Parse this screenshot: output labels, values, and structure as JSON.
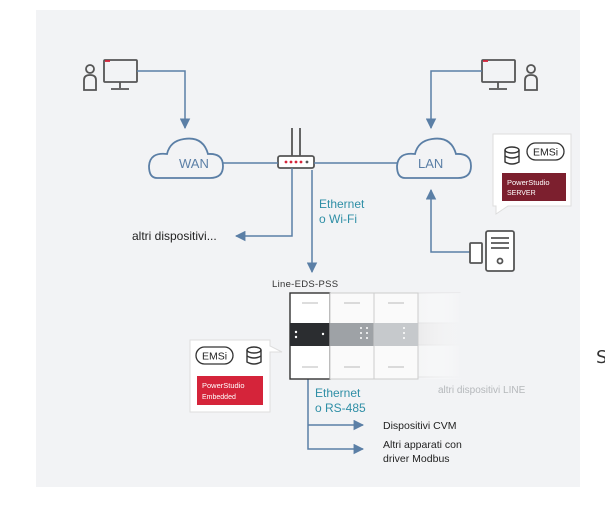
{
  "nodes": {
    "wan": "WAN",
    "lan": "LAN",
    "altri_dispositivi": "altri dispositivi...",
    "device_title": "Line-EDS-PSS",
    "altri_line": "altri dispositivi LINE",
    "dispositivi_cvm": "Dispositivi CVM",
    "modbus_line1": "Altri apparati con",
    "modbus_line2": "driver Modbus"
  },
  "links": {
    "router_link_1": "Ethernet",
    "router_link_2": "o Wi-Fi",
    "device_link_1": "Ethernet",
    "device_link_2": "o RS-485"
  },
  "badges": {
    "emsi": "EMSi",
    "server_line1": "PowerStudio",
    "server_line2": "SERVER",
    "embedded_line1": "PowerStudio",
    "embedded_line2": "Embedded"
  },
  "edge_text": "S",
  "colors": {
    "panel": "#f2f3f5",
    "line_blue": "#5b7fa6",
    "teal_text": "#2f8fa6",
    "server_badge": "#7c1f2e",
    "embedded_badge": "#d5243a",
    "icon_gray": "#555555"
  }
}
